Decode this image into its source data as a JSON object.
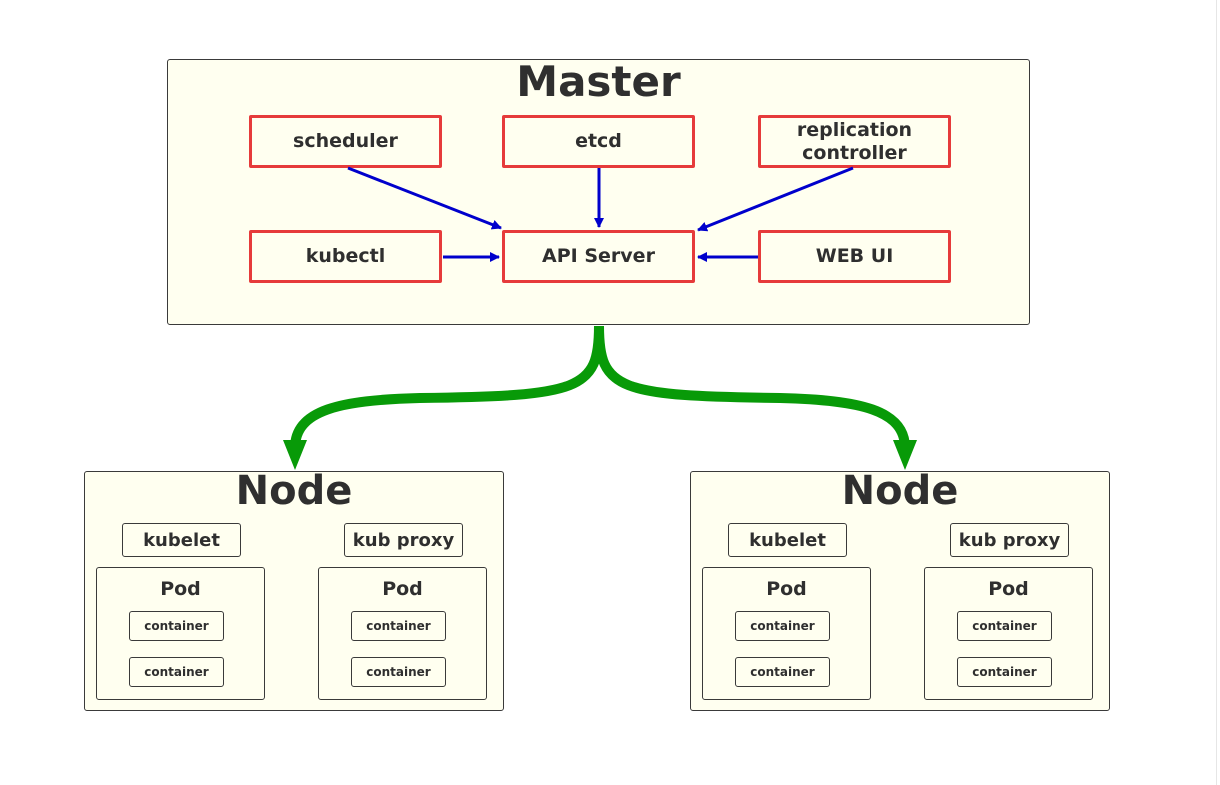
{
  "colors": {
    "panel_fill": "#fffff0",
    "component_border": "#e63b3b",
    "arrow_blue": "#0000cc",
    "arrow_green": "#089a08",
    "text": "#2f2f2f"
  },
  "master": {
    "title": "Master",
    "components": {
      "scheduler": "scheduler",
      "etcd": "etcd",
      "replication_line1": "replication",
      "replication_line2": "controller",
      "kubectl": "kubectl",
      "api_server": "API Server",
      "web_ui": "WEB UI"
    }
  },
  "nodes": [
    {
      "title": "Node",
      "kubelet": "kubelet",
      "proxy": "kub proxy",
      "pods": [
        {
          "title": "Pod",
          "containers": [
            "container",
            "container"
          ]
        },
        {
          "title": "Pod",
          "containers": [
            "container",
            "container"
          ]
        }
      ]
    },
    {
      "title": "Node",
      "kubelet": "kubelet",
      "proxy": "kub proxy",
      "pods": [
        {
          "title": "Pod",
          "containers": [
            "container",
            "container"
          ]
        },
        {
          "title": "Pod",
          "containers": [
            "container",
            "container"
          ]
        }
      ]
    }
  ]
}
